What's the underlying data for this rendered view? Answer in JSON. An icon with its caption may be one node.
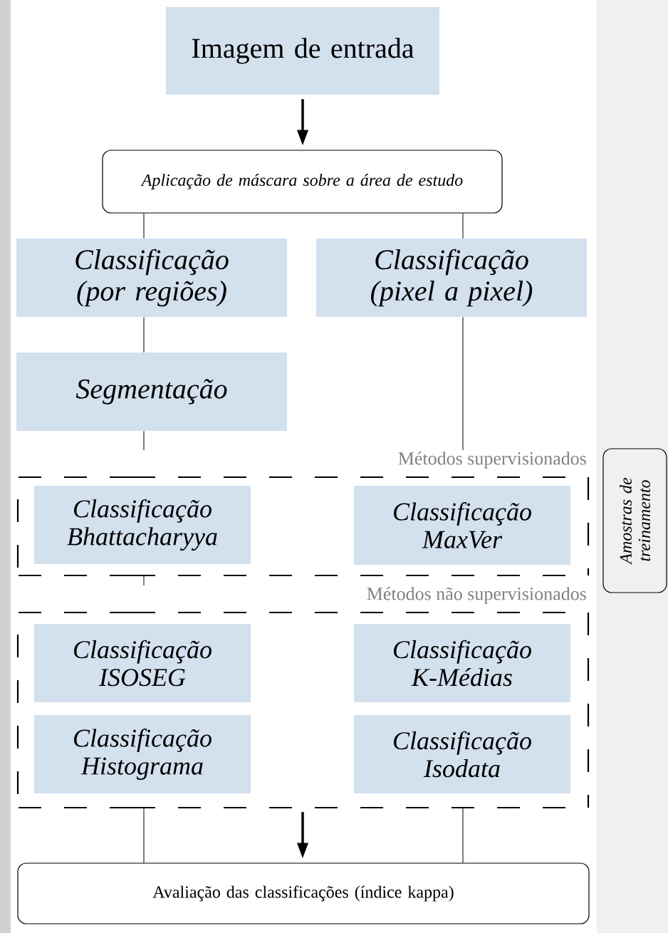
{
  "diagram": {
    "nodes": [
      {
        "text": [
          "Imagem de entrada"
        ]
      },
      {
        "text": [
          "Aplicação de máscara sobre a área de estudo"
        ]
      },
      {
        "text": [
          "Classificação (por regiões)"
        ]
      },
      {
        "text": [
          "Classificação (pixel a pixel)"
        ]
      },
      {
        "text": [
          "Segmentação"
        ]
      },
      {
        "text": [
          "Métodos supervisionados"
        ]
      },
      {
        "text": [
          "Classificação Bhattacharyya"
        ],
        "in": 5
      },
      {
        "text": [
          "Classificação MaxVer"
        ],
        "in": 5
      },
      {
        "text": [
          "Métodos não supervisionados"
        ]
      },
      {
        "text": [
          "Classificação ISOSEG"
        ],
        "in": 8
      },
      {
        "text": [
          "Classificação K-Médias"
        ],
        "in": 8
      },
      {
        "text": [
          "Classificação Histograma"
        ],
        "in": 8
      },
      {
        "text": [
          "Classificação Isodata"
        ],
        "in": 8
      },
      {
        "text": [
          "Avaliação das classificações (índice kappa)"
        ]
      },
      {
        "text": [
          "Amostras de treinamento"
        ]
      }
    ],
    "edges": [
      {
        "from": 0,
        "to": 1,
        "arrow": "to",
        "style": "thick"
      },
      {
        "from": 1,
        "to": 2,
        "arrow": "none"
      },
      {
        "from": 1,
        "to": 3,
        "arrow": "none"
      },
      {
        "from": 2,
        "to": 4,
        "arrow": "none"
      },
      {
        "from": 4,
        "to": 5,
        "arrow": "none"
      },
      {
        "from": 3,
        "to": 5,
        "arrow": "none"
      },
      {
        "from": 5,
        "to": 8,
        "arrow": "none"
      },
      {
        "from": 8,
        "to": 13,
        "arrow": "none"
      },
      {
        "from": 8,
        "to": 13,
        "arrow": "to",
        "style": "thick"
      },
      {
        "from": 8,
        "to": 13,
        "arrow": "none"
      }
    ]
  }
}
